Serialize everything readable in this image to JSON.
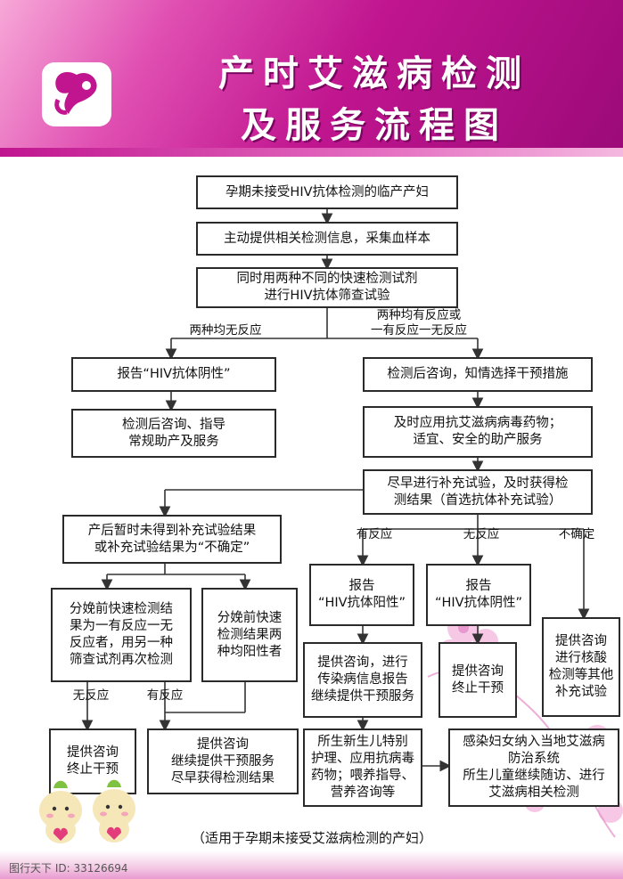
{
  "title": {
    "line1": "产时艾滋病检测",
    "line2": "及服务流程图"
  },
  "colors": {
    "header": "#c0158f",
    "accent": "#e04fb2",
    "box_border": "#2a2a2a",
    "arrow": "#333333",
    "flower": "#f0a8d8"
  },
  "icons": {
    "logo": "mother-child-logo",
    "mascots": "peach-mascot",
    "flowers": "flower-decoration"
  },
  "boxes": {
    "b1": "孕期未接受HIV抗体检测的临产产妇",
    "b2": "主动提供相关检测信息，采集血样本",
    "b3": "同时用两种不同的快速检测试剂\n进行HIV抗体筛查试验",
    "b4": "报告“HIV抗体阴性”",
    "b5": "检测后咨询、指导\n常规助产及服务",
    "b6": "检测后咨询，知情选择干预措施",
    "b7": "及时应用抗艾滋病病毒药物；\n适宜、安全的助产服务",
    "b8": "尽早进行补充试验，及时获得检\n测结果（首选抗体补充试验）",
    "b9": "产后暂时未得到补充试验结果\n或补充试验结果为“不确定”",
    "b10": "分娩前快速检测结\n果为一有反应一无\n反应者，用另一种\n筛查试剂再次检测",
    "b11": "分娩前快速\n检测结果两\n种均阳性者",
    "b12": "报告\n“HIV抗体阳性”",
    "b13": "报告\n“HIV抗体阴性”",
    "b14": "提供咨询\n进行核酸\n检测等其他\n补充试验",
    "b15": "提供咨询，进行\n传染病信息报告\n继续提供干预服务",
    "b16": "提供咨询\n终止干预",
    "b17": "提供咨询\n终止干预",
    "b18": "提供咨询\n继续提供干预服务\n尽早获得检测结果",
    "b19": "所生新生儿特别\n护理、应用抗病毒\n药物；喂养指导、\n营养咨询等",
    "b20": "感染妇女纳入当地艾滋病\n防治系统\n所生儿童继续随访、进行\n艾滋病相关检测"
  },
  "labels": {
    "both_nonreactive": "两种均无反应",
    "one_or_both_reactive": "两种均有反应或\n一有反应一无反应",
    "reactive_1": "有反应",
    "nonreactive_1": "无反应",
    "indeterminate": "不确定",
    "nonreactive_2": "无反应",
    "reactive_2": "有反应"
  },
  "footer": "（适用于孕期未接受艾滋病检测的产妇）",
  "watermark": "图行天下 ID: 33126694"
}
